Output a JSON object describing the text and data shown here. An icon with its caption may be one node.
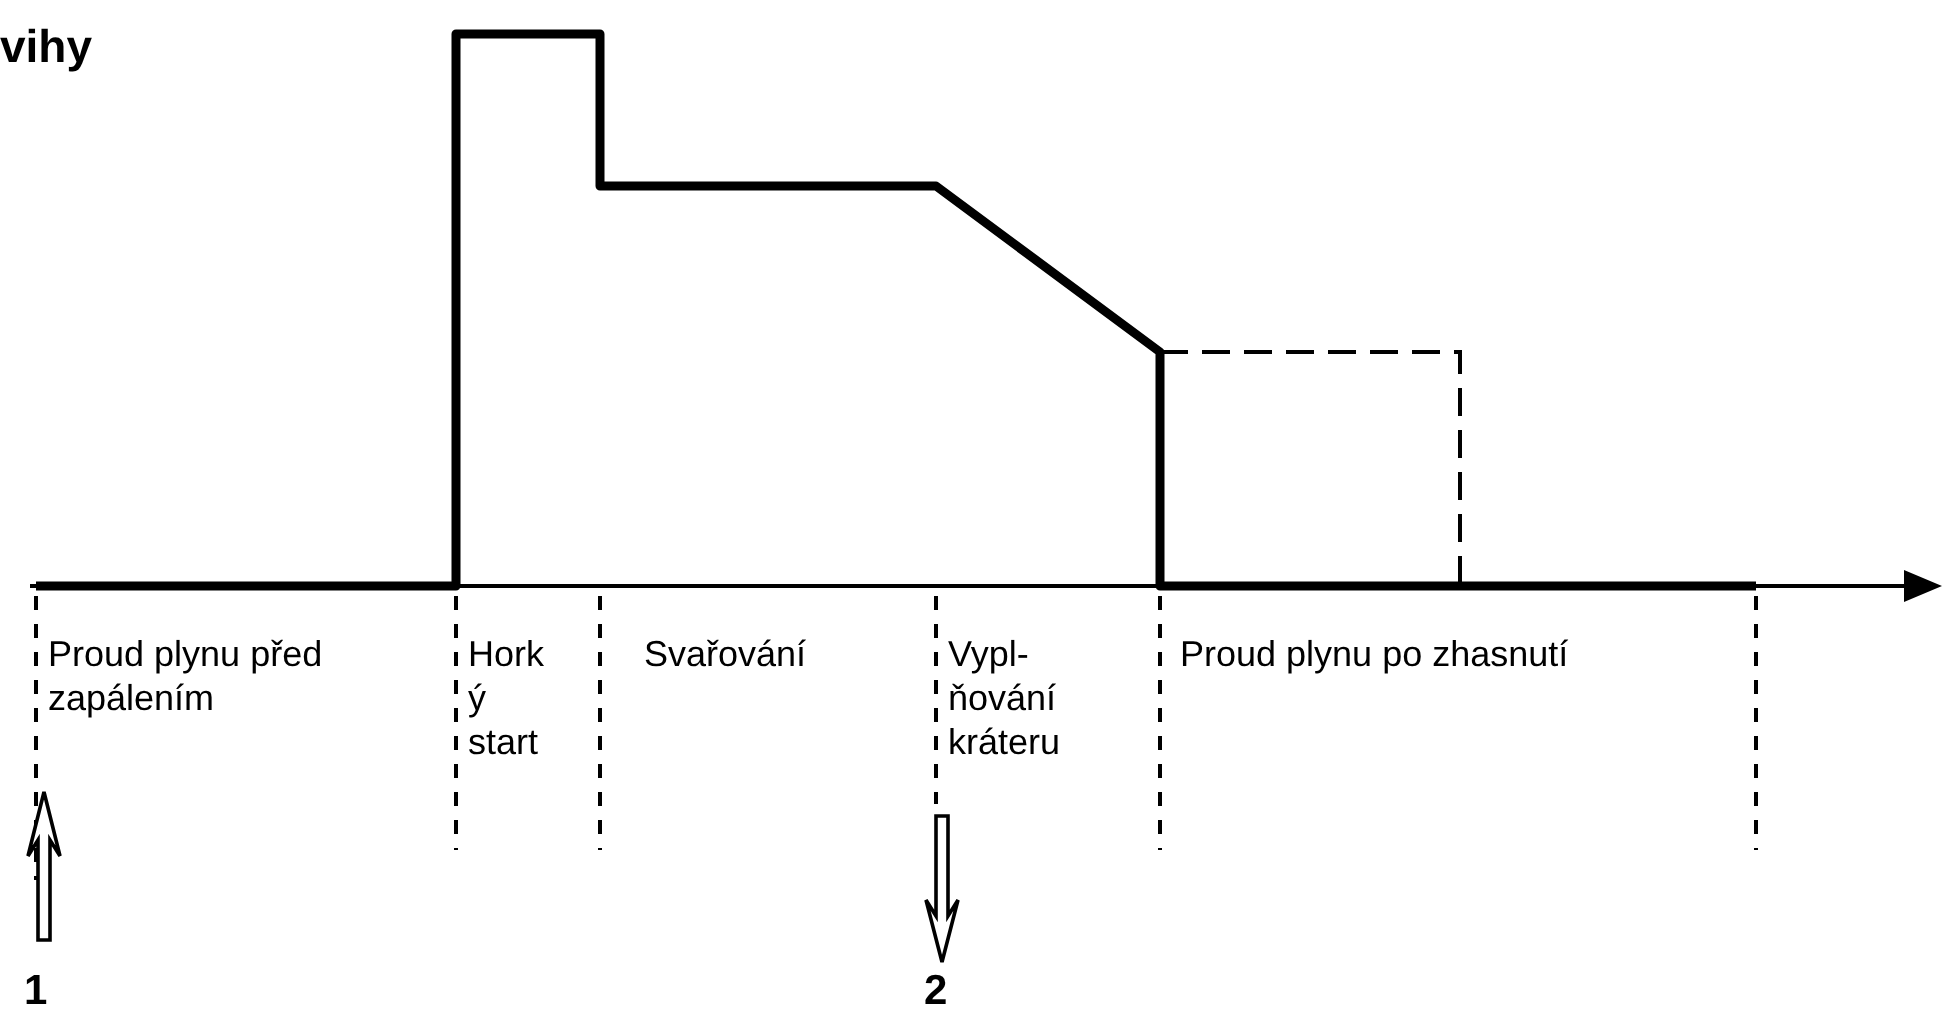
{
  "diagram": {
    "title": "vihy",
    "labels": [
      "Proud plynu před zapálením",
      "Hork ý start",
      "Svařování",
      "Vypl- ňování kráteru",
      "Proud plynu po zhasnutí",
      "1",
      "2"
    ]
  }
}
